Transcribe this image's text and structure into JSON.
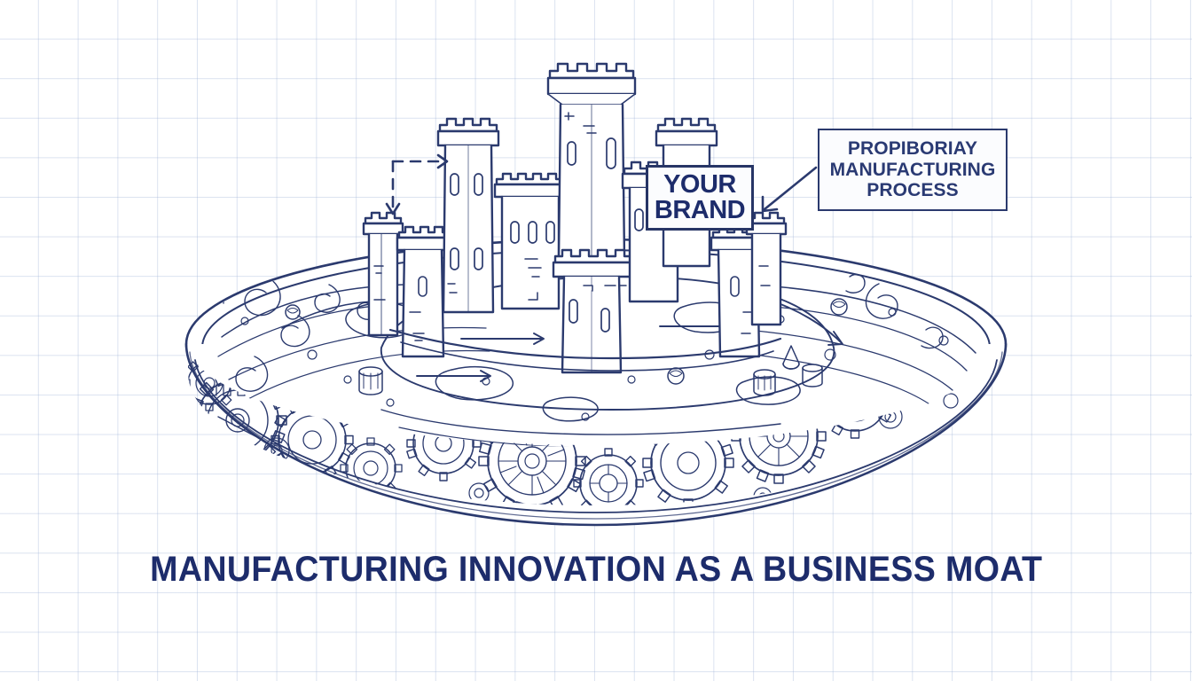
{
  "illustration": {
    "style": "blueprint-line-art-on-graph-paper",
    "ink_color": "#2b3a6e",
    "accent_color": "#1d2c6b",
    "background_color": "#ffffff",
    "grid_color": "#a0b4d7",
    "subject": "castle-on-gear-filled-moat-island"
  },
  "brand_sign": {
    "line1": "YOUR",
    "line2": "BRAND"
  },
  "callout": {
    "line1": "PROPIBORIAY",
    "line2": "MANUFACTURING",
    "line3": "PROCESS"
  },
  "title": {
    "text": "MANUFACTURING INNOVATION AS A BUSINESS MOAT"
  },
  "annotations": {
    "callout_arrow": "arrow-pointing-down-left-to-castle",
    "dashed_path": "dashed-elbow-arrow-right-and-down",
    "flow_arrows": "water-flow-direction-arrows-in-moat"
  }
}
